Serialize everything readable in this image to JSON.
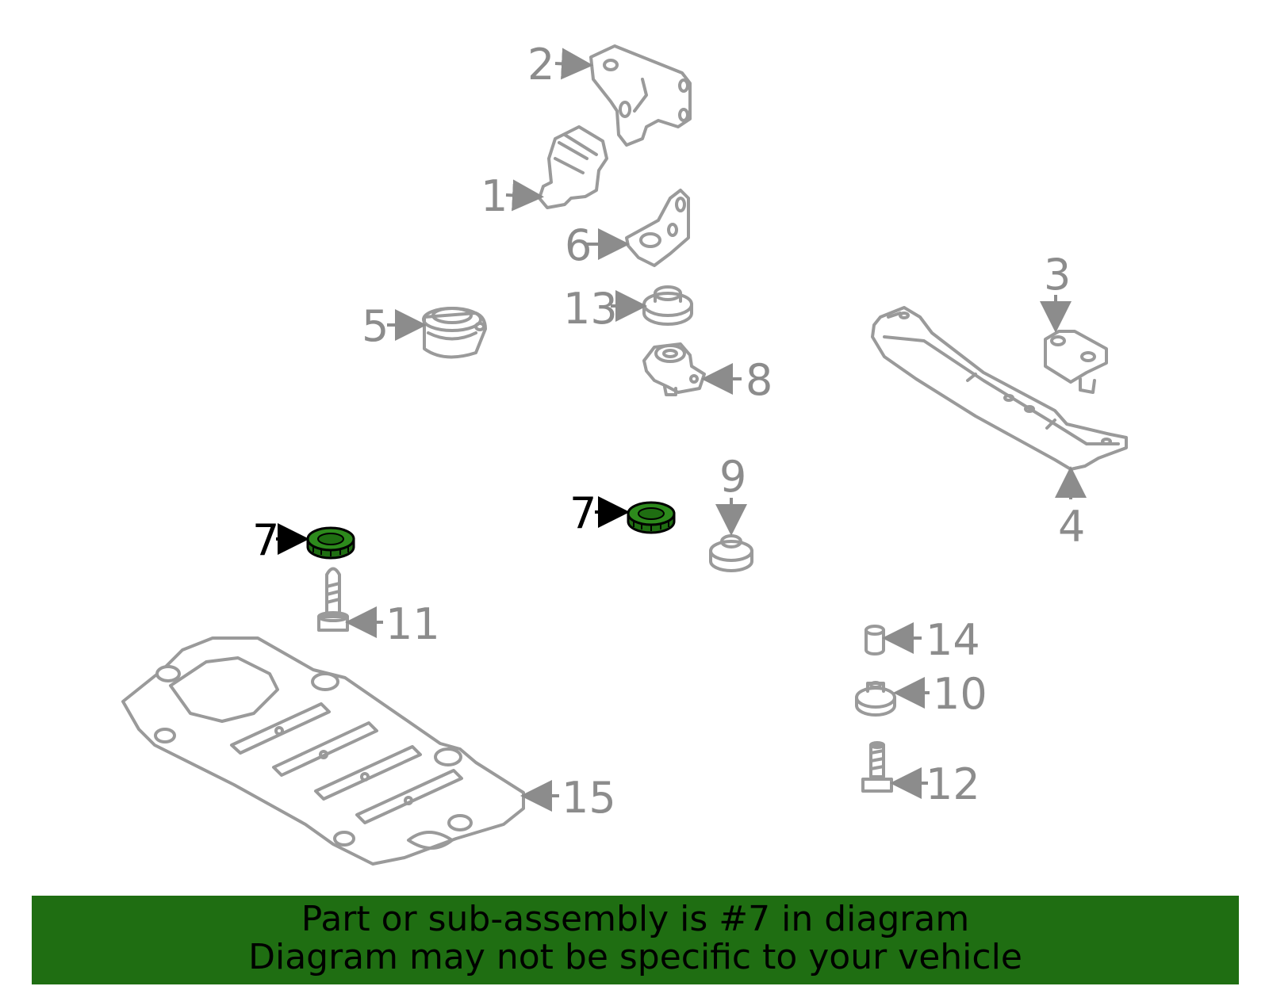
{
  "callouts": {
    "c1": "1",
    "c2": "2",
    "c3": "3",
    "c4": "4",
    "c5": "5",
    "c6": "6",
    "c7a": "7",
    "c7b": "7",
    "c8": "8",
    "c9": "9",
    "c10": "10",
    "c11": "11",
    "c12": "12",
    "c13": "13",
    "c14": "14",
    "c15": "15"
  },
  "highlight": {
    "part_number": "7",
    "color": "#1f6e12"
  },
  "banner": {
    "line1": "Part or sub-assembly is #7 in diagram",
    "line2": "Diagram may not be specific to your vehicle",
    "background": "#1f6e12"
  }
}
